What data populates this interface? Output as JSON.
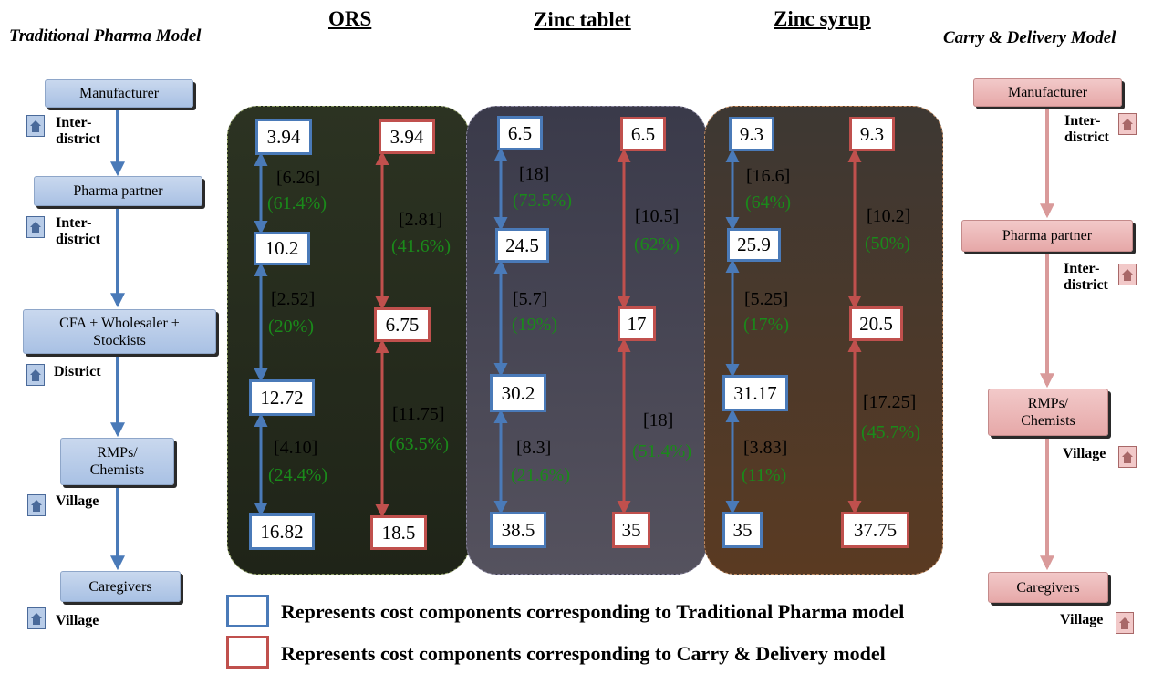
{
  "titles": {
    "traditional_model": "Traditional Pharma Model",
    "carry_model": "Carry & Delivery Model",
    "ors": "ORS",
    "zinc_tablet": "Zinc tablet",
    "zinc_syrup": "Zinc syrup"
  },
  "traditional_chain": {
    "manufacturer": "Manufacturer",
    "pharma_partner": "Pharma partner",
    "cfa_line1": "CFA + Wholesaler +",
    "cfa_line2": "Stockists",
    "rmp_line1": "RMPs/",
    "rmp_line2": "Chemists",
    "caregivers": "Caregivers",
    "loc1_line1": "Inter-",
    "loc1_line2": "district",
    "loc2_line1": "Inter-",
    "loc2_line2": "district",
    "loc3": "District",
    "loc4": "Village",
    "loc5": "Village"
  },
  "carry_chain": {
    "manufacturer": "Manufacturer",
    "pharma_partner": "Pharma partner",
    "rmp_line1": "RMPs/",
    "rmp_line2": "Chemists",
    "caregivers": "Caregivers",
    "loc1_line1": "Inter-",
    "loc1_line2": "district",
    "loc2_line1": "Inter-",
    "loc2_line2": "district",
    "loc3": "Village",
    "loc4": "Village"
  },
  "colors": {
    "traditional": "#4a7ab8",
    "carry": "#c0504d",
    "percent_text": "#1a8a1a",
    "ors_panel": "#2c3322",
    "zinc_tablet_panel": "#40404f",
    "zinc_syrup_panel": "#4a3d33"
  },
  "products": {
    "ors": {
      "traditional": {
        "values": [
          "3.94",
          "10.2",
          "12.72",
          "16.82"
        ],
        "seg_amts": [
          "[6.26]",
          "[2.52]",
          "[4.10]"
        ],
        "seg_pcts": [
          "(61.4%)",
          "(20%)",
          "(24.4%)"
        ]
      },
      "carry": {
        "values": [
          "3.94",
          "6.75",
          "18.5"
        ],
        "seg_amts": [
          "[2.81]",
          "[11.75]"
        ],
        "seg_pcts": [
          "(41.6%)",
          "(63.5%)"
        ]
      }
    },
    "zinc_tablet": {
      "traditional": {
        "values": [
          "6.5",
          "24.5",
          "30.2",
          "38.5"
        ],
        "seg_amts": [
          "[18]",
          "[5.7]",
          "[8.3]"
        ],
        "seg_pcts": [
          "(73.5%)",
          "(19%)",
          "(21.6%)"
        ]
      },
      "carry": {
        "values": [
          "6.5",
          "17",
          "35"
        ],
        "seg_amts": [
          "[10.5]",
          "[18]"
        ],
        "seg_pcts": [
          "(62%)",
          "(51.4%)"
        ]
      }
    },
    "zinc_syrup": {
      "traditional": {
        "values": [
          "9.3",
          "25.9",
          "31.17",
          "35"
        ],
        "seg_amts": [
          "[16.6]",
          "[5.25]",
          "[3.83]"
        ],
        "seg_pcts": [
          "(64%)",
          "(17%)",
          "(11%)"
        ]
      },
      "carry": {
        "values": [
          "9.3",
          "20.5",
          "37.75"
        ],
        "seg_amts": [
          "[10.2]",
          "[17.25]"
        ],
        "seg_pcts": [
          "(50%)",
          "(45.7%)"
        ]
      }
    }
  },
  "legend": {
    "traditional": "Represents cost components corresponding to Traditional Pharma model",
    "carry": "Represents cost components corresponding to Carry & Delivery model"
  }
}
